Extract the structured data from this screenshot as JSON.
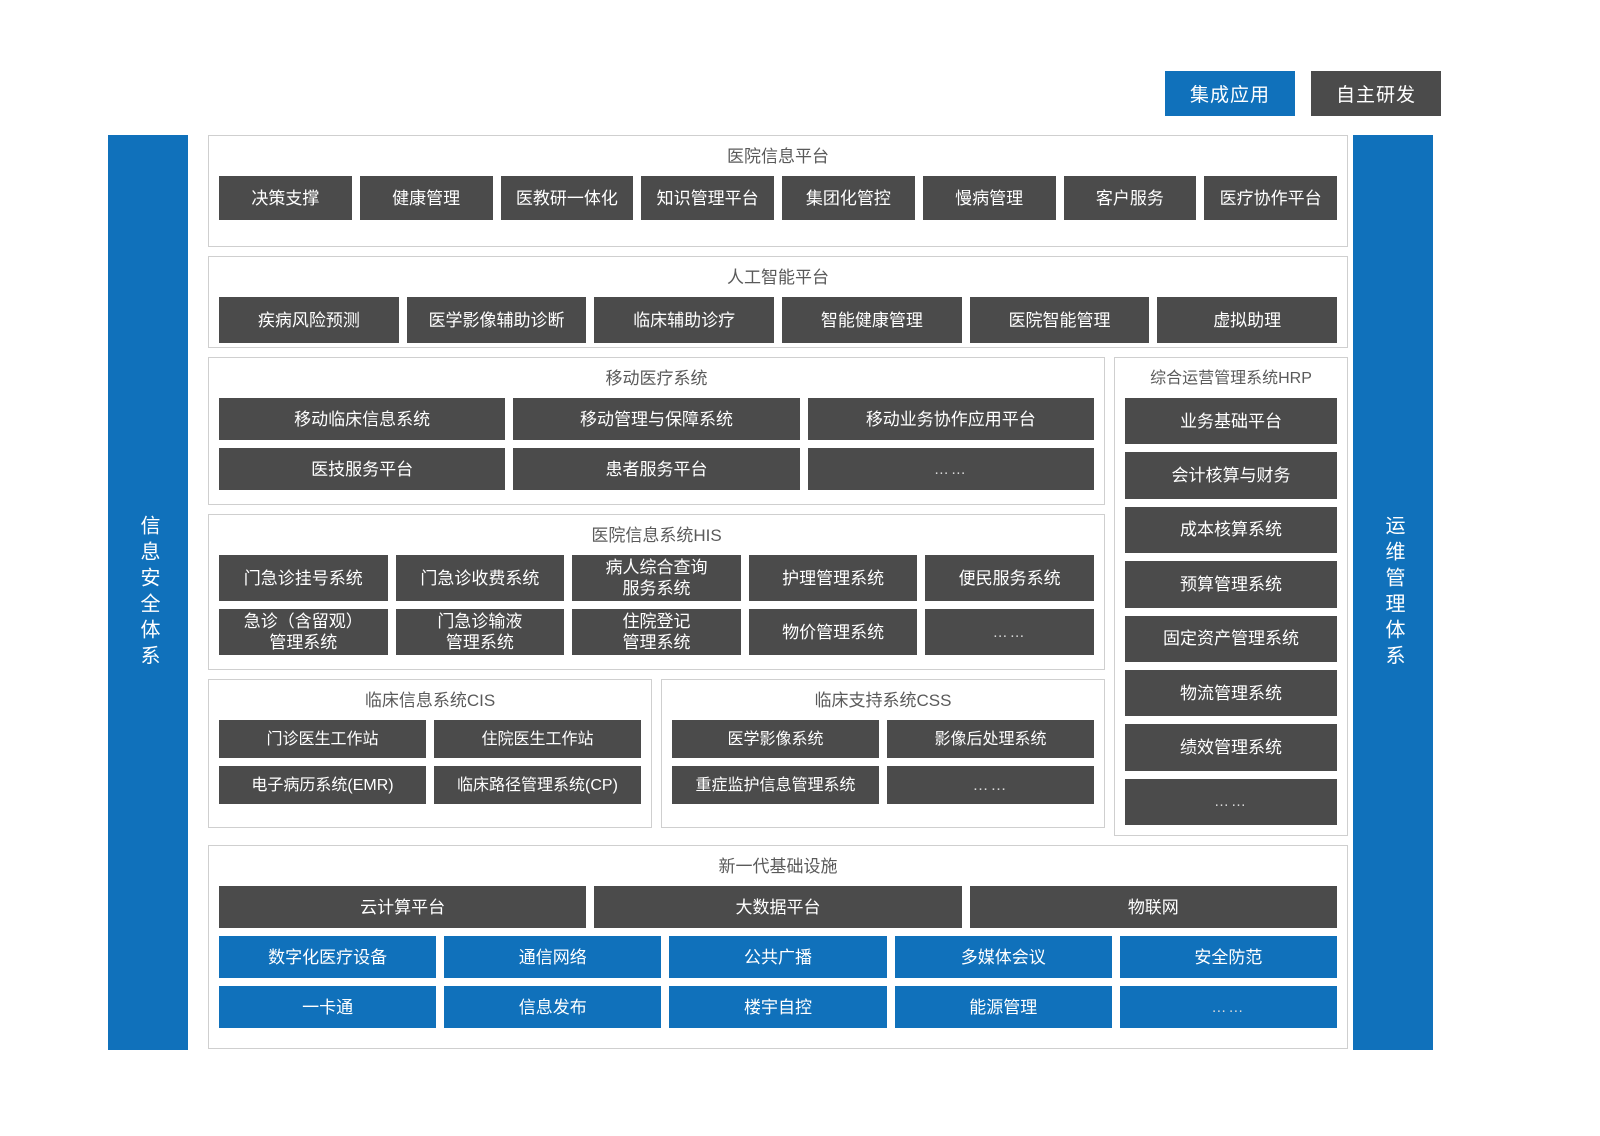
{
  "legend": {
    "items": [
      {
        "label": "集成应用",
        "color": "#1071bb",
        "style": "blue"
      },
      {
        "label": "自主研发",
        "color": "#4b4b4b",
        "style": "gray"
      }
    ]
  },
  "rails": {
    "left": {
      "label": "信息安全体系",
      "color": "#1071bb"
    },
    "right": {
      "label": "运维管理体系",
      "color": "#1071bb"
    }
  },
  "sections": {
    "hospital_information_platform": {
      "title": "医院信息平台",
      "items": [
        "决策支撑",
        "健康管理",
        "医教研一体化",
        "知识管理平台",
        "集团化管控",
        "慢病管理",
        "客户服务",
        "医疗协作平台"
      ]
    },
    "ai_platform": {
      "title": "人工智能平台",
      "items": [
        "疾病风险预测",
        "医学影像辅助诊断",
        "临床辅助诊疗",
        "智能健康管理",
        "医院智能管理",
        "虚拟助理"
      ]
    },
    "mobile_medical": {
      "title": "移动医疗系统",
      "rows": [
        [
          "移动临床信息系统",
          "移动管理与保障系统",
          "移动业务协作应用平台"
        ],
        [
          "医技服务平台",
          "患者服务平台",
          "……"
        ]
      ]
    },
    "his": {
      "title": "医院信息系统HIS",
      "rows": [
        [
          "门急诊挂号系统",
          "门急诊收费系统",
          "病人综合查询\n服务系统",
          "护理管理系统",
          "便民服务系统"
        ],
        [
          "急诊（含留观）\n管理系统",
          "门急诊输液\n管理系统",
          "住院登记\n管理系统",
          "物价管理系统",
          "……"
        ]
      ]
    },
    "cis": {
      "title": "临床信息系统CIS",
      "rows": [
        [
          "门诊医生工作站",
          "住院医生工作站"
        ],
        [
          "电子病历系统(EMR)",
          "临床路径管理系统(CP)"
        ]
      ]
    },
    "css": {
      "title": "临床支持系统CSS",
      "rows": [
        [
          "医学影像系统",
          "影像后处理系统"
        ],
        [
          "重症监护信息管理系统",
          "……"
        ]
      ]
    },
    "hrp": {
      "title": "综合运营管理系统HRP",
      "items": [
        "业务基础平台",
        "会计核算与财务",
        "成本核算系统",
        "预算管理系统",
        "固定资产管理系统",
        "物流管理系统",
        "绩效管理系统",
        "……"
      ]
    },
    "infrastructure": {
      "title": "新一代基础设施",
      "platform_row": [
        "云计算平台",
        "大数据平台",
        "物联网"
      ],
      "rows": [
        [
          "数字化医疗设备",
          "通信网络",
          "公共广播",
          "多媒体会议",
          "安全防范"
        ],
        [
          "一卡通",
          "信息发布",
          "楼宇自控",
          "能源管理",
          "……"
        ]
      ]
    }
  },
  "colors": {
    "blue": "#1071bb",
    "gray": "#4b4b4b",
    "panel_border": "#cfcfcf",
    "title_text": "#5a5a5a"
  }
}
